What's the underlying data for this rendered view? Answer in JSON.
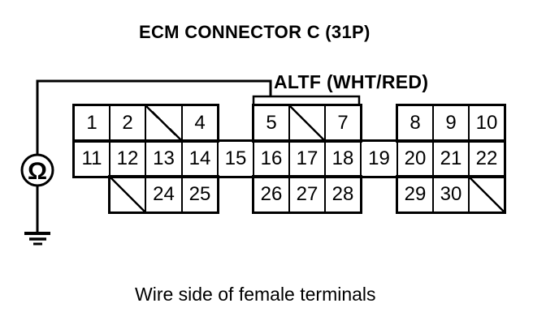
{
  "page": {
    "title": "ECM CONNECTOR C (31P)",
    "signal_label": "ALTF (WHT/RED)",
    "footer_caption": "Wire side of female terminals"
  },
  "meter": {
    "symbol": "Ω"
  },
  "colors": {
    "ink": "#000000",
    "paper": "#ffffff"
  },
  "connector": {
    "rows": [
      {
        "cells": [
          {
            "label": "1",
            "col": 0
          },
          {
            "label": "2",
            "col": 1
          },
          {
            "blocked": true,
            "col": 2
          },
          {
            "label": "4",
            "col": 3
          },
          {
            "label": "5",
            "col": 5
          },
          {
            "blocked": true,
            "col": 6
          },
          {
            "label": "7",
            "col": 7
          },
          {
            "label": "8",
            "col": 9
          },
          {
            "label": "9",
            "col": 10
          },
          {
            "label": "10",
            "col": 11
          }
        ]
      },
      {
        "cells": [
          {
            "label": "11",
            "col": 0
          },
          {
            "label": "12",
            "col": 1
          },
          {
            "label": "13",
            "col": 2
          },
          {
            "label": "14",
            "col": 3
          },
          {
            "label": "15",
            "col": 4
          },
          {
            "label": "16",
            "col": 5
          },
          {
            "label": "17",
            "col": 6
          },
          {
            "label": "18",
            "col": 7
          },
          {
            "label": "19",
            "col": 8
          },
          {
            "label": "20",
            "col": 9
          },
          {
            "label": "21",
            "col": 10
          },
          {
            "label": "22",
            "col": 11
          }
        ]
      },
      {
        "cells": [
          {
            "blocked": true,
            "col": 1
          },
          {
            "label": "24",
            "col": 2
          },
          {
            "label": "25",
            "col": 3
          },
          {
            "label": "26",
            "col": 5
          },
          {
            "label": "27",
            "col": 6
          },
          {
            "label": "28",
            "col": 7
          },
          {
            "label": "29",
            "col": 9
          },
          {
            "label": "30",
            "col": 10
          },
          {
            "blocked": true,
            "col": 11
          }
        ]
      }
    ]
  }
}
